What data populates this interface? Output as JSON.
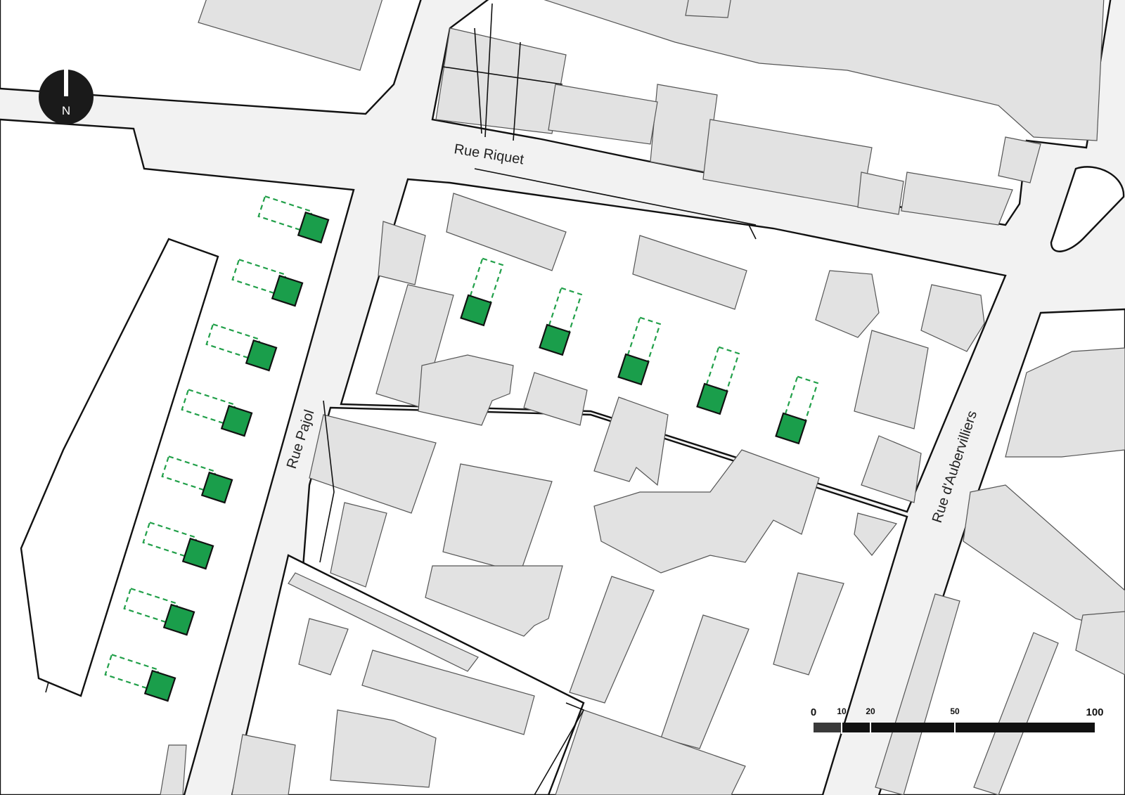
{
  "streets": {
    "riquet": "Rue Riquet",
    "pajol": "Rue Pajol",
    "aubervilliers": "Rue d'Aubervilliers"
  },
  "north_arrow": {
    "letter": "N",
    "icon": "north-arrow-icon"
  },
  "scale_bar": {
    "labels": [
      "0",
      "10",
      "20",
      "50",
      "100"
    ]
  },
  "colors": {
    "street": "#f2f2f2",
    "building": "#e2e2e2",
    "block_outline": "#111111",
    "marker_fill": "#1a9e4b",
    "marker_dash": "#22a04a",
    "north_arrow": "#1a1a1a"
  },
  "markers": {
    "legend": "green squares mark positions; dashed rectangles mark their extension",
    "count": 13
  }
}
